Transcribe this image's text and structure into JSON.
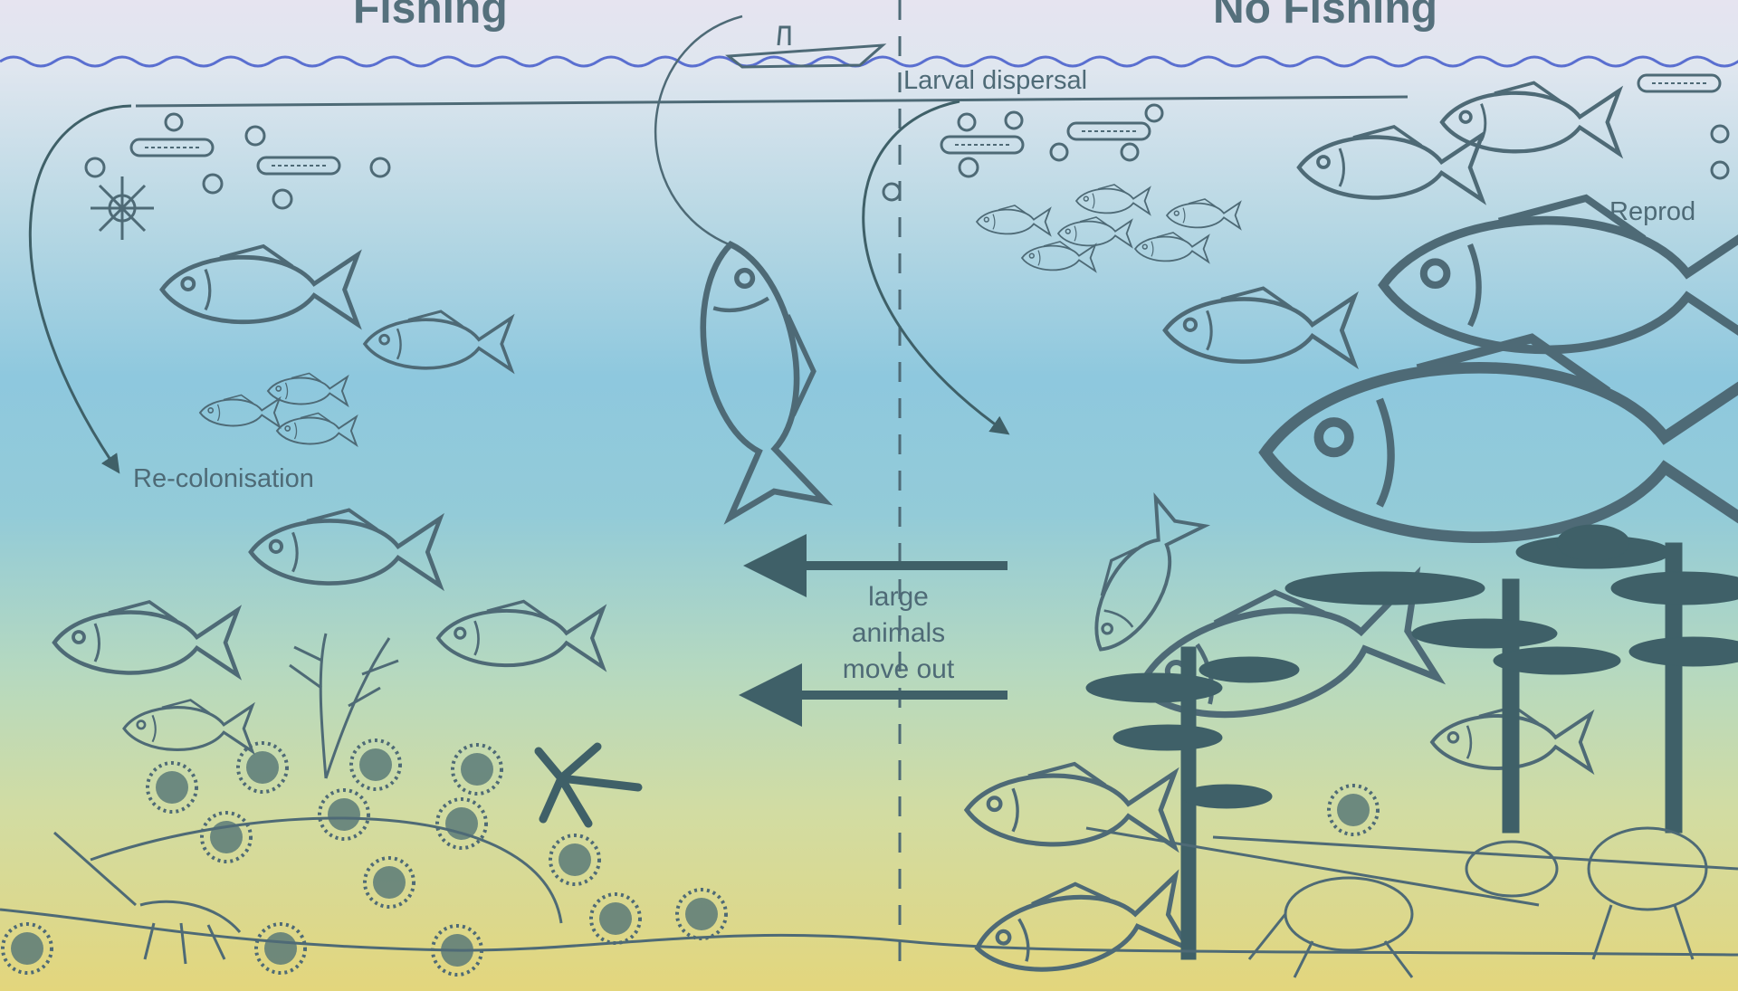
{
  "labels": {
    "fishing": "Fishing",
    "no_fishing": "No Fishing",
    "larval_dispersal": "Larval dispersal",
    "recolonisation": "Re-colonisation",
    "reproduction": "Reprod",
    "large_animals": "large\nanimals\nmove out"
  },
  "colors": {
    "ink": "#4e6a76",
    "dark_ink": "#3f6068",
    "water_line": "#5a6fd0",
    "sky": "#e6e4f0",
    "sea_mid": "#8ec8de",
    "sea_floor": "#e3d67c"
  },
  "icons": [
    "boat-icon",
    "fish-icon",
    "urchin-icon",
    "kelp-icon",
    "crayfish-icon",
    "larva-icon"
  ]
}
